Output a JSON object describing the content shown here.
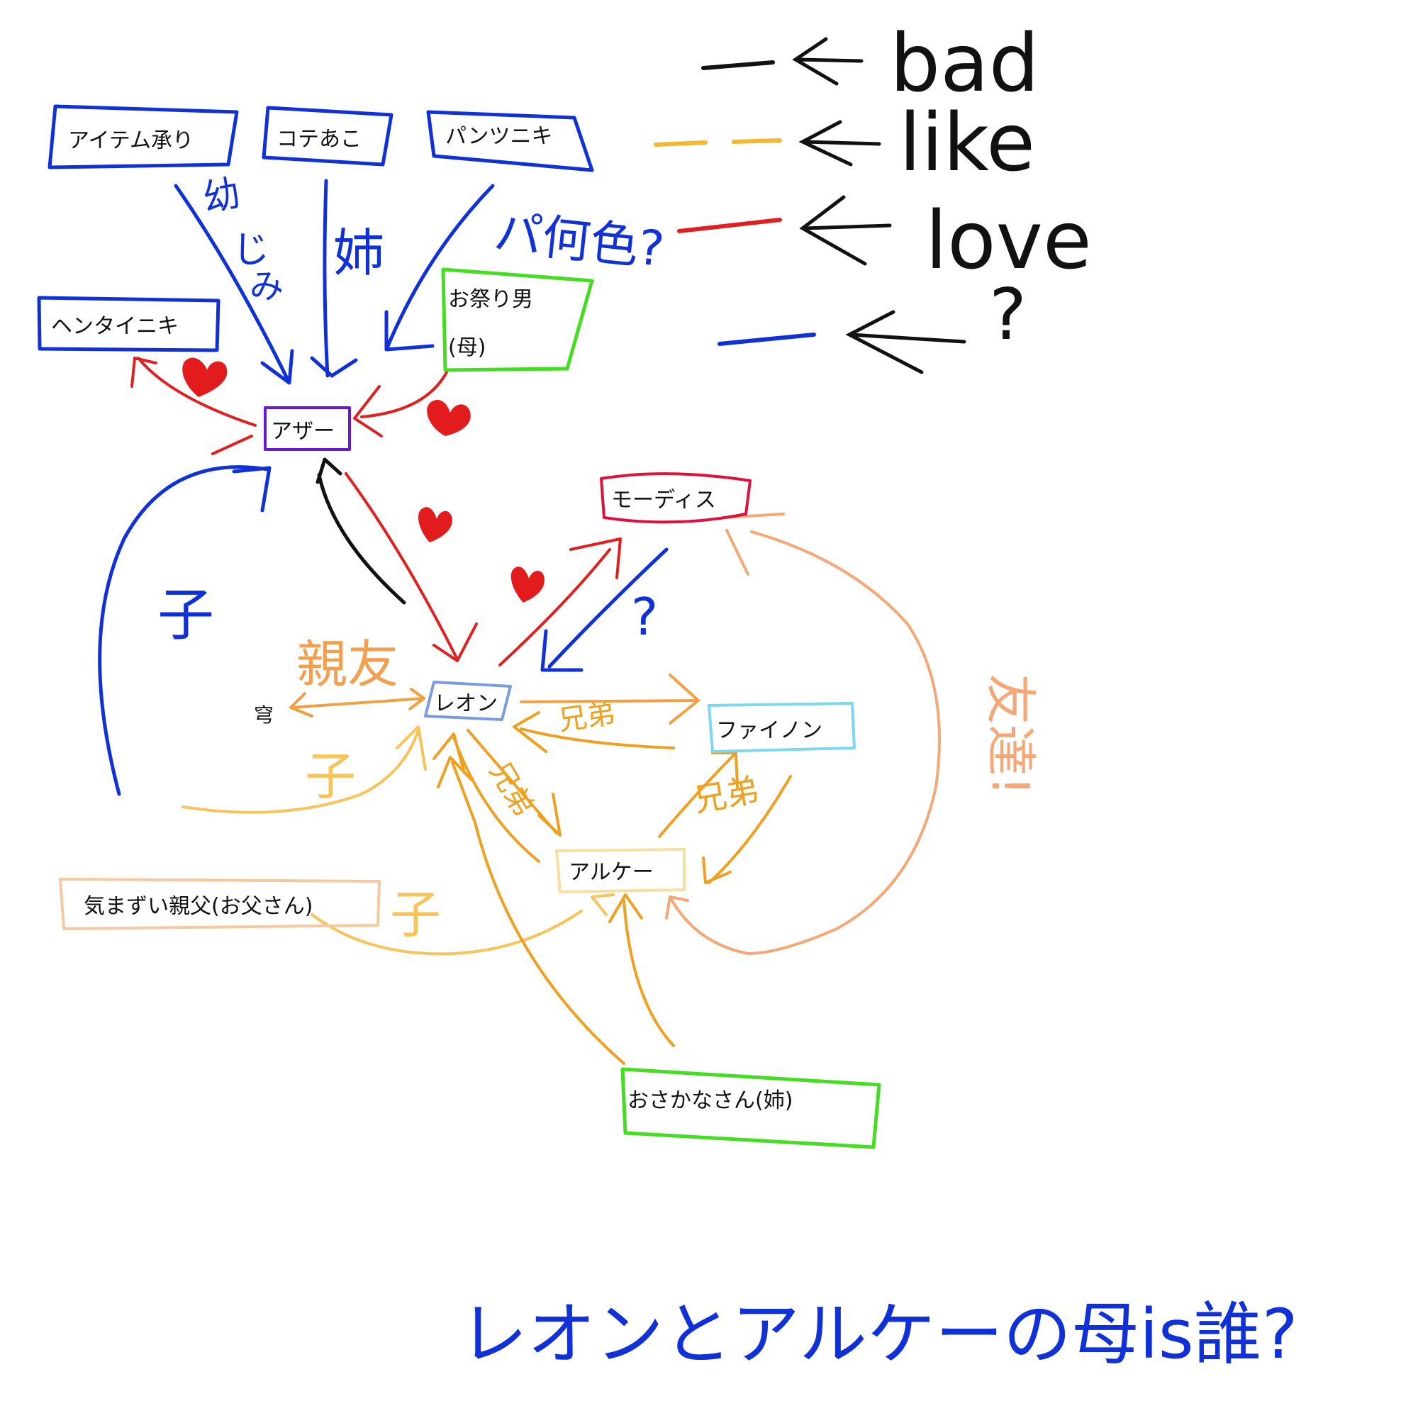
{
  "legend": {
    "items": [
      {
        "label": "bad",
        "color": "#111111"
      },
      {
        "label": "like",
        "color": "#f5b732"
      },
      {
        "label": "love",
        "color": "#e02020"
      },
      {
        "label": "?",
        "color": "#1030d8"
      }
    ]
  },
  "nodes": {
    "item": "アイテム承り",
    "kote": "コテあこ",
    "pants": "パンツニキ",
    "hentai": "ヘンタイニキ",
    "festival_line1": "お祭り男",
    "festival_line2": "(母)",
    "other": "アザー",
    "modis": "モーディス",
    "leon": "レオン",
    "kyu": "穹",
    "phainon": "ファイノン",
    "alke": "アルケー",
    "father": "気まずい親父(お父さん)",
    "fish": "おさかなさん(姉)"
  },
  "edge_labels": {
    "osananajimi_1": "幼",
    "osananajimi_2": "じ",
    "osananajimi_3": "み",
    "ane": "姉",
    "pa_nanishoku": "パ何色?",
    "ko_left": "子",
    "shinyu": "親友",
    "ko_leon": "子",
    "ko_alke": "子",
    "kyodai_1": "兄弟",
    "kyodai_2": "兄弟",
    "kyodai_3": "兄弟",
    "question_modis": "?",
    "tomodachi": "友達!"
  },
  "colors": {
    "bad": "#111111",
    "like": "#f5b732",
    "like_dark": "#f0a020",
    "like_light": "#f6c45a",
    "like_peach": "#f4a878",
    "love": "#e02020",
    "unknown": "#1030d8",
    "green_box": "#44dd22",
    "purple_box": "#6a18d8",
    "red_box": "#e0103a",
    "cyan_box": "#7ad8f0",
    "cream_box": "#f6dfa0",
    "peach_box": "#f6c8a0",
    "leon_box": "#7b9be0"
  },
  "question": "レオンとアルケーの母is誰?"
}
